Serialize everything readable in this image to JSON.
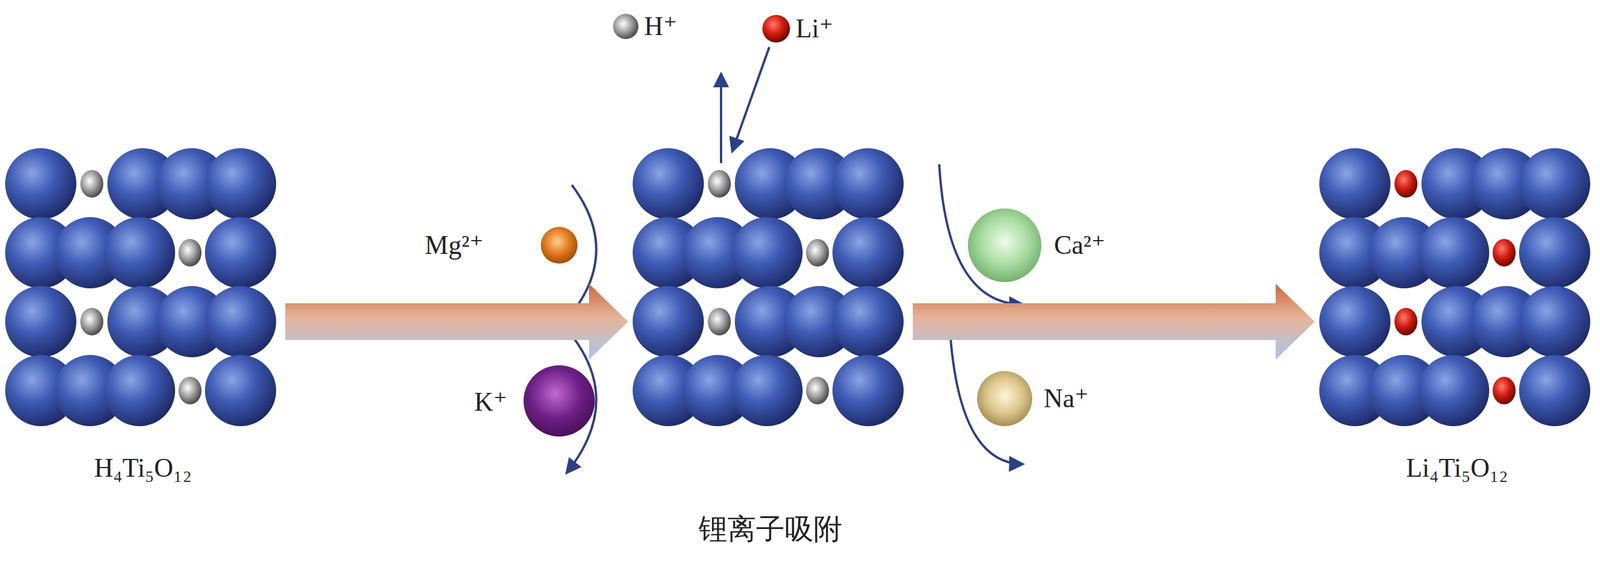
{
  "diagram": {
    "nodes": [
      {
        "text": [
          "H₄Ti₅O₁₂"
        ]
      },
      {
        "text": [
          "锂离子吸附"
        ]
      },
      {
        "text": [
          "Li₄Ti₅O₁₂"
        ]
      }
    ],
    "edges": [
      {
        "from": 0,
        "to": 1,
        "arrow": "to"
      },
      {
        "from": 1,
        "to": 2,
        "arrow": "to"
      }
    ],
    "labels": [
      "H⁺",
      "Li⁺",
      "Mg²⁺",
      "K⁺",
      "Ca²⁺",
      "Na⁺"
    ]
  }
}
